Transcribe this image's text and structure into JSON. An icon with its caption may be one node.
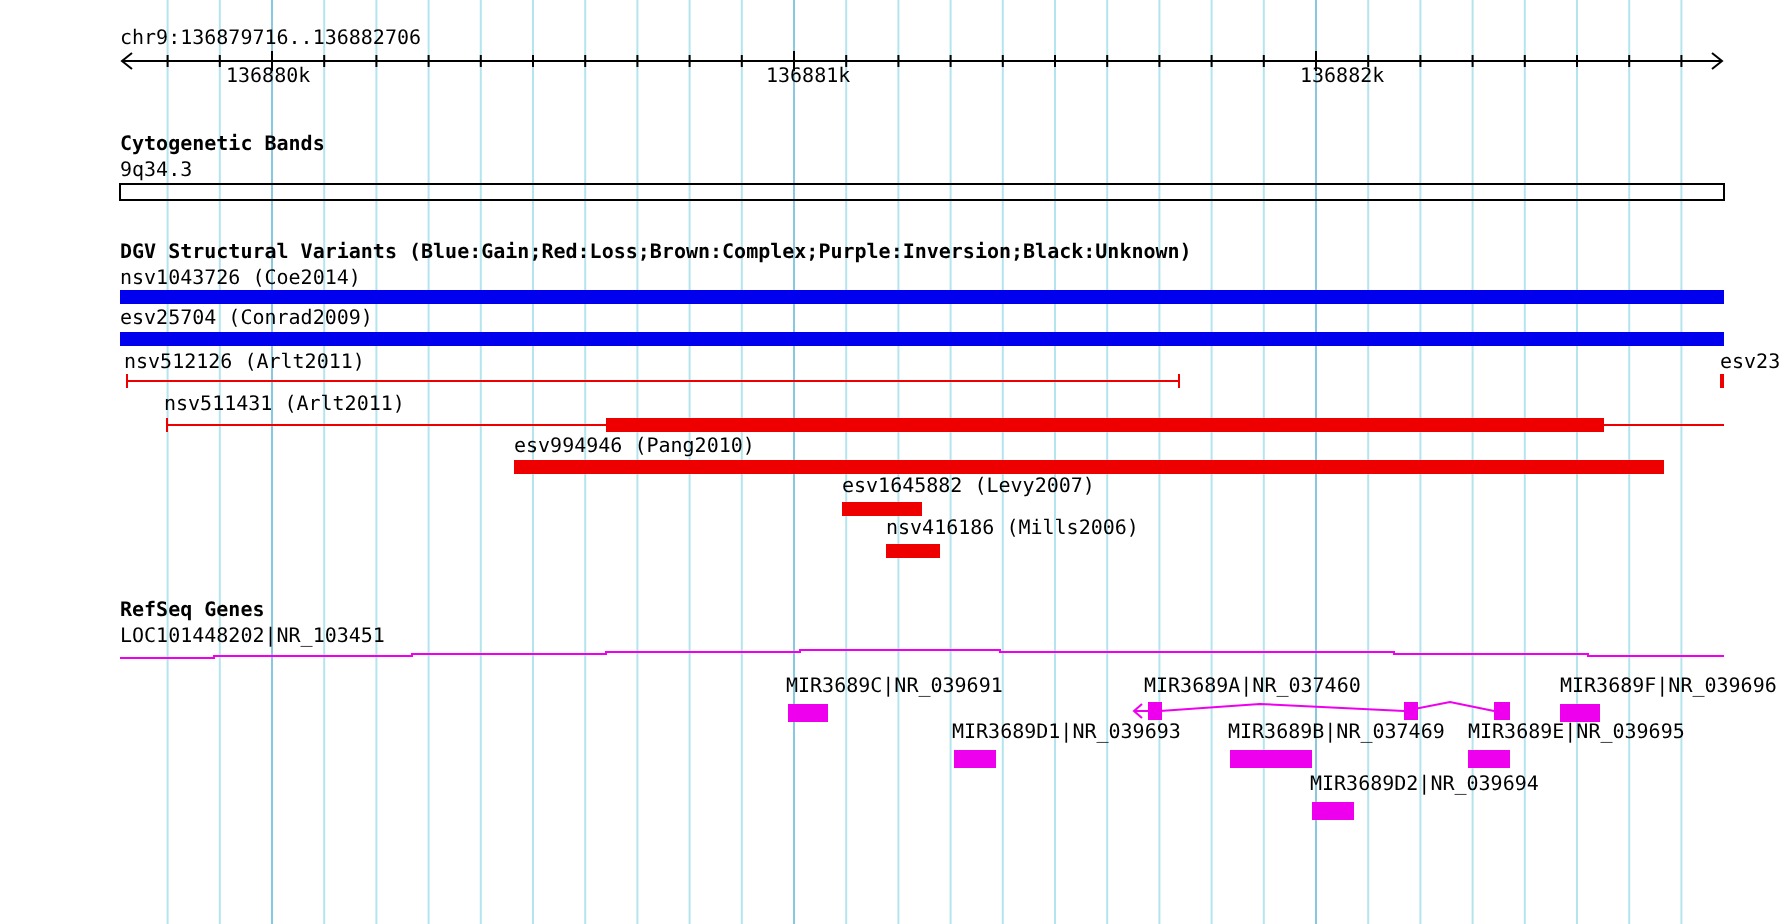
{
  "diagram": {
    "labels": [
      "chr9:136879716..136882706",
      "136880k",
      "136881k",
      "136882k",
      "Cytogenetic Bands",
      "9q34.3",
      "DGV Structural Variants (Blue:Gain;Red:Loss;Brown:Complex;Purple:Inversion;Black:Unknown)",
      "nsv1043726 (Coe2014)",
      "esv25704 (Conrad2009)",
      "nsv512126 (Arlt2011)",
      "esv23",
      "nsv511431 (Arlt2011)",
      "esv994946 (Pang2010)",
      "esv1645882 (Levy2007)",
      "nsv416186 (Mills2006)",
      "RefSeq Genes",
      "LOC101448202|NR_103451",
      "MIR3689C|NR_039691",
      "MIR3689A|NR_037460",
      "MIR3689F|NR_039696",
      "MIR3689D1|NR_039693",
      "MIR3689B|NR_037469",
      "MIR3689E|NR_039695",
      "MIR3689D2|NR_039694"
    ]
  }
}
